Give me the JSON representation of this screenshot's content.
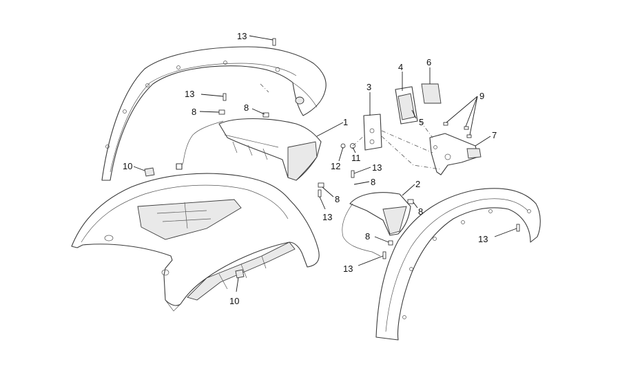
{
  "callouts": [
    {
      "id": "c13a",
      "text": "13"
    },
    {
      "id": "c13b",
      "text": "13"
    },
    {
      "id": "c8a",
      "text": "8"
    },
    {
      "id": "c8b",
      "text": "8"
    },
    {
      "id": "c10a",
      "text": "10"
    },
    {
      "id": "c1",
      "text": "1"
    },
    {
      "id": "c12",
      "text": "12"
    },
    {
      "id": "c11",
      "text": "11"
    },
    {
      "id": "c3",
      "text": "3"
    },
    {
      "id": "c4",
      "text": "4"
    },
    {
      "id": "c5",
      "text": "5"
    },
    {
      "id": "c6",
      "text": "6"
    },
    {
      "id": "c9",
      "text": "9"
    },
    {
      "id": "c7",
      "text": "7"
    },
    {
      "id": "c13c",
      "text": "13"
    },
    {
      "id": "c8c",
      "text": "8"
    },
    {
      "id": "c2",
      "text": "2"
    },
    {
      "id": "c8d",
      "text": "8"
    },
    {
      "id": "c8e",
      "text": "8"
    },
    {
      "id": "c13d",
      "text": "13"
    },
    {
      "id": "c8f",
      "text": "8"
    },
    {
      "id": "c13e",
      "text": "13"
    },
    {
      "id": "c13f",
      "text": "13"
    },
    {
      "id": "c10b",
      "text": "10"
    }
  ],
  "colors": {
    "line": "#3a3a3a",
    "shade": "#e9e9e9",
    "background": "#ffffff"
  }
}
